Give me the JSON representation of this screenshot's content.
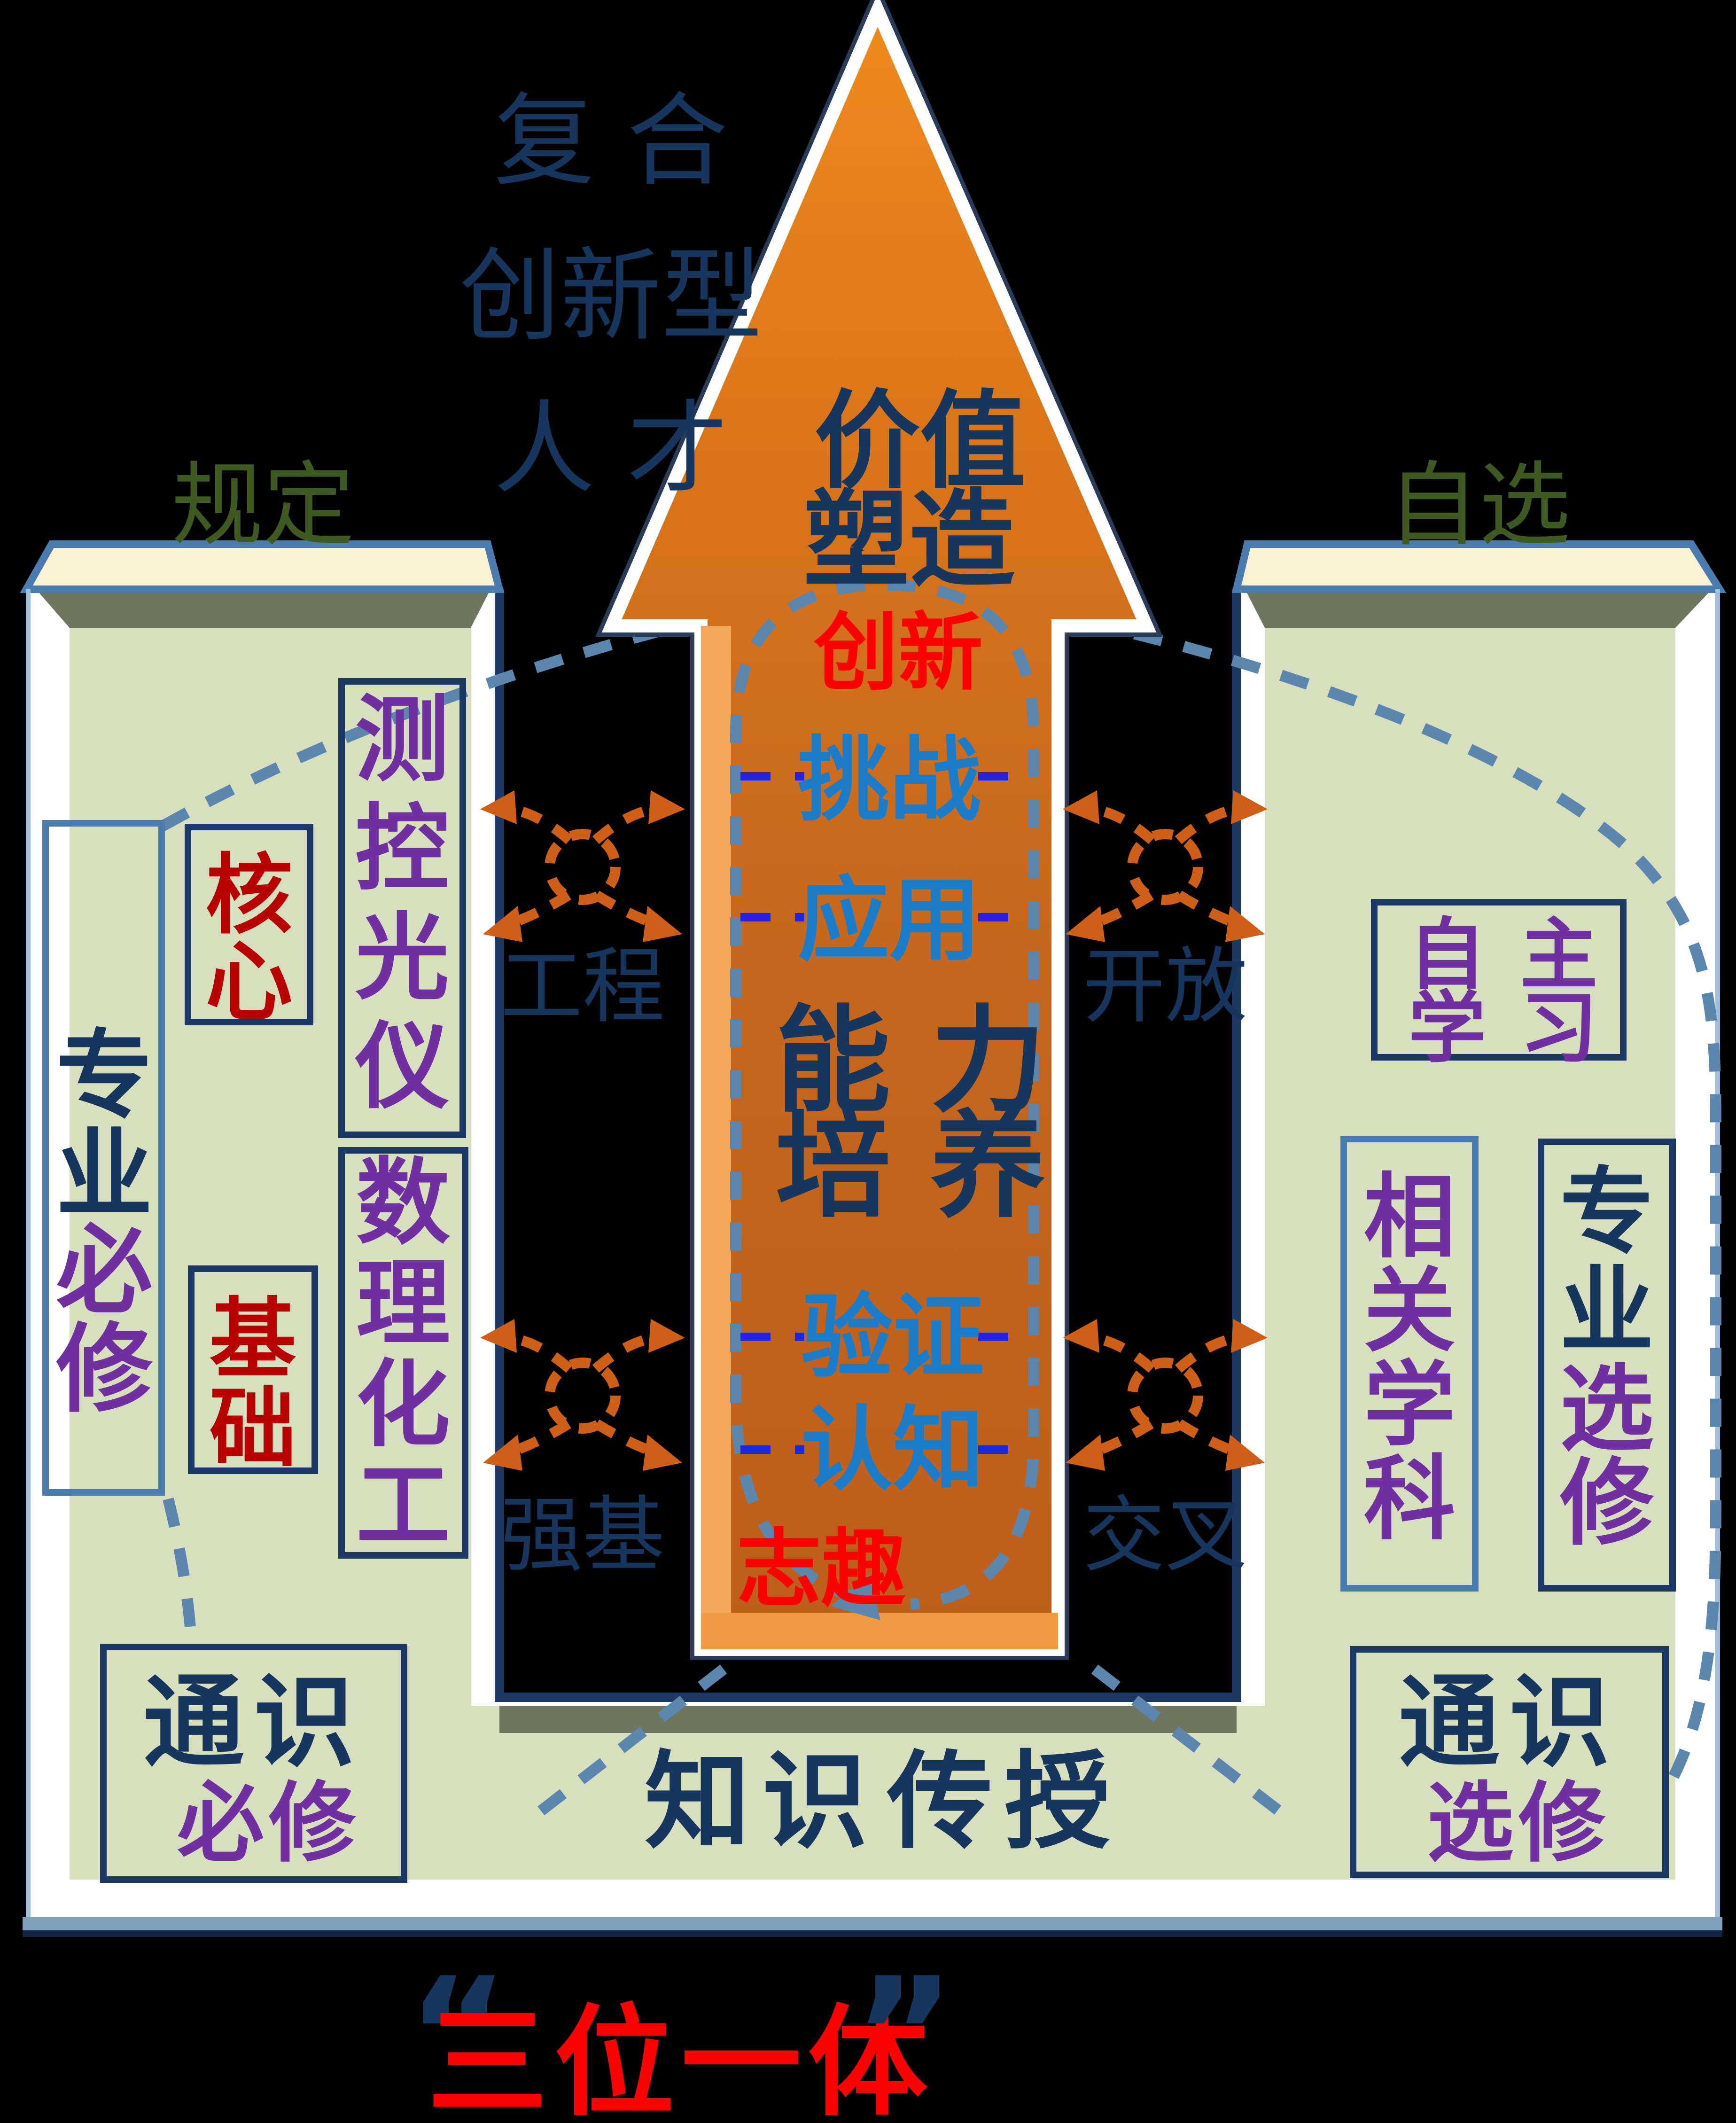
{
  "colors": {
    "background": "#000000",
    "pillar_face": "#d8dfbe",
    "pillar_top": "#fbf2d5",
    "bevel_olive": "#6e765f",
    "outline_steel_blue": "#4a7cb0",
    "outline_navy": "#1d3a66",
    "arrow_orange": "#c4661d",
    "arrow_orange_light": "#f09b43",
    "text_navy": "#17365d",
    "text_blue": "#1b7dc9",
    "text_purple": "#7030a0",
    "text_red_bright": "#fb0200",
    "text_red_dark": "#b80000",
    "text_green": "#3e5a20",
    "dash_blue": "#2424e0",
    "dash_steel": "#5b87ae",
    "cross_orange": "#cf5f16"
  },
  "top_label": {
    "line1": "复 合",
    "line2": "创新型",
    "line3": "人 才"
  },
  "arrow": {
    "value1": "价值",
    "value2": "塑造",
    "innovation": "创新",
    "challenge": "挑战",
    "application": "应用",
    "ability1": "能 力",
    "ability2": "培 养",
    "verification": "验证",
    "cognition": "认知",
    "interest": "志趣"
  },
  "left_pillar": {
    "header": "规定",
    "major_required": [
      "专",
      "业",
      "必",
      "修"
    ],
    "core": [
      "核",
      "心"
    ],
    "foundation": [
      "基",
      "础"
    ],
    "majors": [
      "测",
      "控",
      "光",
      "仪"
    ],
    "basics": [
      "数",
      "理",
      "化",
      "工"
    ],
    "general1": "通识",
    "general2": "必修"
  },
  "right_pillar": {
    "header": "自选",
    "self_learning": [
      "自",
      "主",
      "学",
      "习"
    ],
    "related": [
      "相",
      "关",
      "学",
      "科"
    ],
    "elective": [
      "专",
      "业",
      "选",
      "修"
    ],
    "general1": "通识",
    "general2": "选修"
  },
  "cross_labels": {
    "engineering": "工程",
    "strengthen": "强基",
    "open": "开放",
    "cross": "交叉"
  },
  "base": {
    "word1": "知识",
    "word2": "传授"
  },
  "footer": {
    "open_quote": "“",
    "title": "三位一体",
    "close_quote": "”"
  }
}
